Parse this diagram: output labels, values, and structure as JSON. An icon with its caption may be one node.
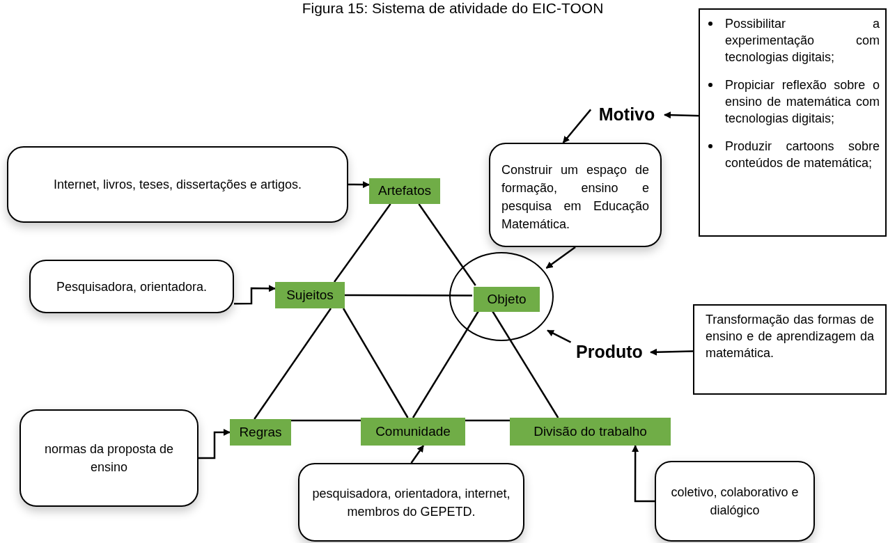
{
  "diagram": {
    "title": "Figura 15: Sistema de atividade do EIC-TOON",
    "nodes": [
      {
        "text": [
          "Possibilitar a experimentação com tecnologias digitais;",
          "Propiciar reflexão sobre o ensino de matemática com tecnologias digitais;",
          "Produzir cartoons sobre conteúdos de matemática;"
        ]
      },
      {
        "text": [
          "Motivo"
        ]
      },
      {
        "text": [
          "Internet, livros, teses, dissertações e artigos."
        ]
      },
      {
        "text": [
          "Artefatos"
        ]
      },
      {
        "text": [
          "Construir um espaço de formação, ensino e pesquisa em Educação Matemática."
        ]
      },
      {
        "text": [
          "Pesquisadora, orientadora."
        ]
      },
      {
        "text": [
          "Sujeitos"
        ]
      },
      {
        "text": [],
        "shape": "circle"
      },
      {
        "text": [
          "Objeto"
        ],
        "in": 7
      },
      {
        "text": [
          "Transformação das formas de ensino e de aprendizagem da matemática."
        ]
      },
      {
        "text": [
          "Produto"
        ]
      },
      {
        "text": [
          "normas da proposta de ensino"
        ]
      },
      {
        "text": [
          "Regras"
        ]
      },
      {
        "text": [
          "Comunidade"
        ]
      },
      {
        "text": [
          "Divisão do trabalho"
        ]
      },
      {
        "text": [
          "pesquisadora, orientadora, internet, membros do GEPETD."
        ]
      },
      {
        "text": [
          "coletivo, colaborativo e dialógico"
        ]
      }
    ],
    "edges": [
      {
        "from": 0,
        "to": 1,
        "arrow": "to"
      },
      {
        "from": 1,
        "to": 4,
        "arrow": "to"
      },
      {
        "from": 4,
        "to": 7,
        "arrow": "to"
      },
      {
        "from": 2,
        "to": 3,
        "arrow": "to"
      },
      {
        "from": 5,
        "to": 6,
        "arrow": "to"
      },
      {
        "from": 9,
        "to": 10,
        "arrow": "to"
      },
      {
        "from": 10,
        "to": 7,
        "arrow": "to"
      },
      {
        "from": 11,
        "to": 12,
        "arrow": "to"
      },
      {
        "from": 15,
        "to": 13,
        "arrow": "to"
      },
      {
        "from": 16,
        "to": 14,
        "arrow": "to"
      },
      {
        "from": 3,
        "to": 6,
        "arrow": "none"
      },
      {
        "from": 6,
        "to": 12,
        "arrow": "none"
      },
      {
        "from": 3,
        "to": 8,
        "arrow": "none"
      },
      {
        "from": 8,
        "to": 14,
        "arrow": "none"
      },
      {
        "from": 12,
        "to": 13,
        "arrow": "none"
      },
      {
        "from": 13,
        "to": 14,
        "arrow": "none"
      },
      {
        "from": 6,
        "to": 8,
        "arrow": "none"
      },
      {
        "from": 6,
        "to": 13,
        "arrow": "none"
      },
      {
        "from": 8,
        "to": 13,
        "arrow": "none"
      }
    ]
  }
}
